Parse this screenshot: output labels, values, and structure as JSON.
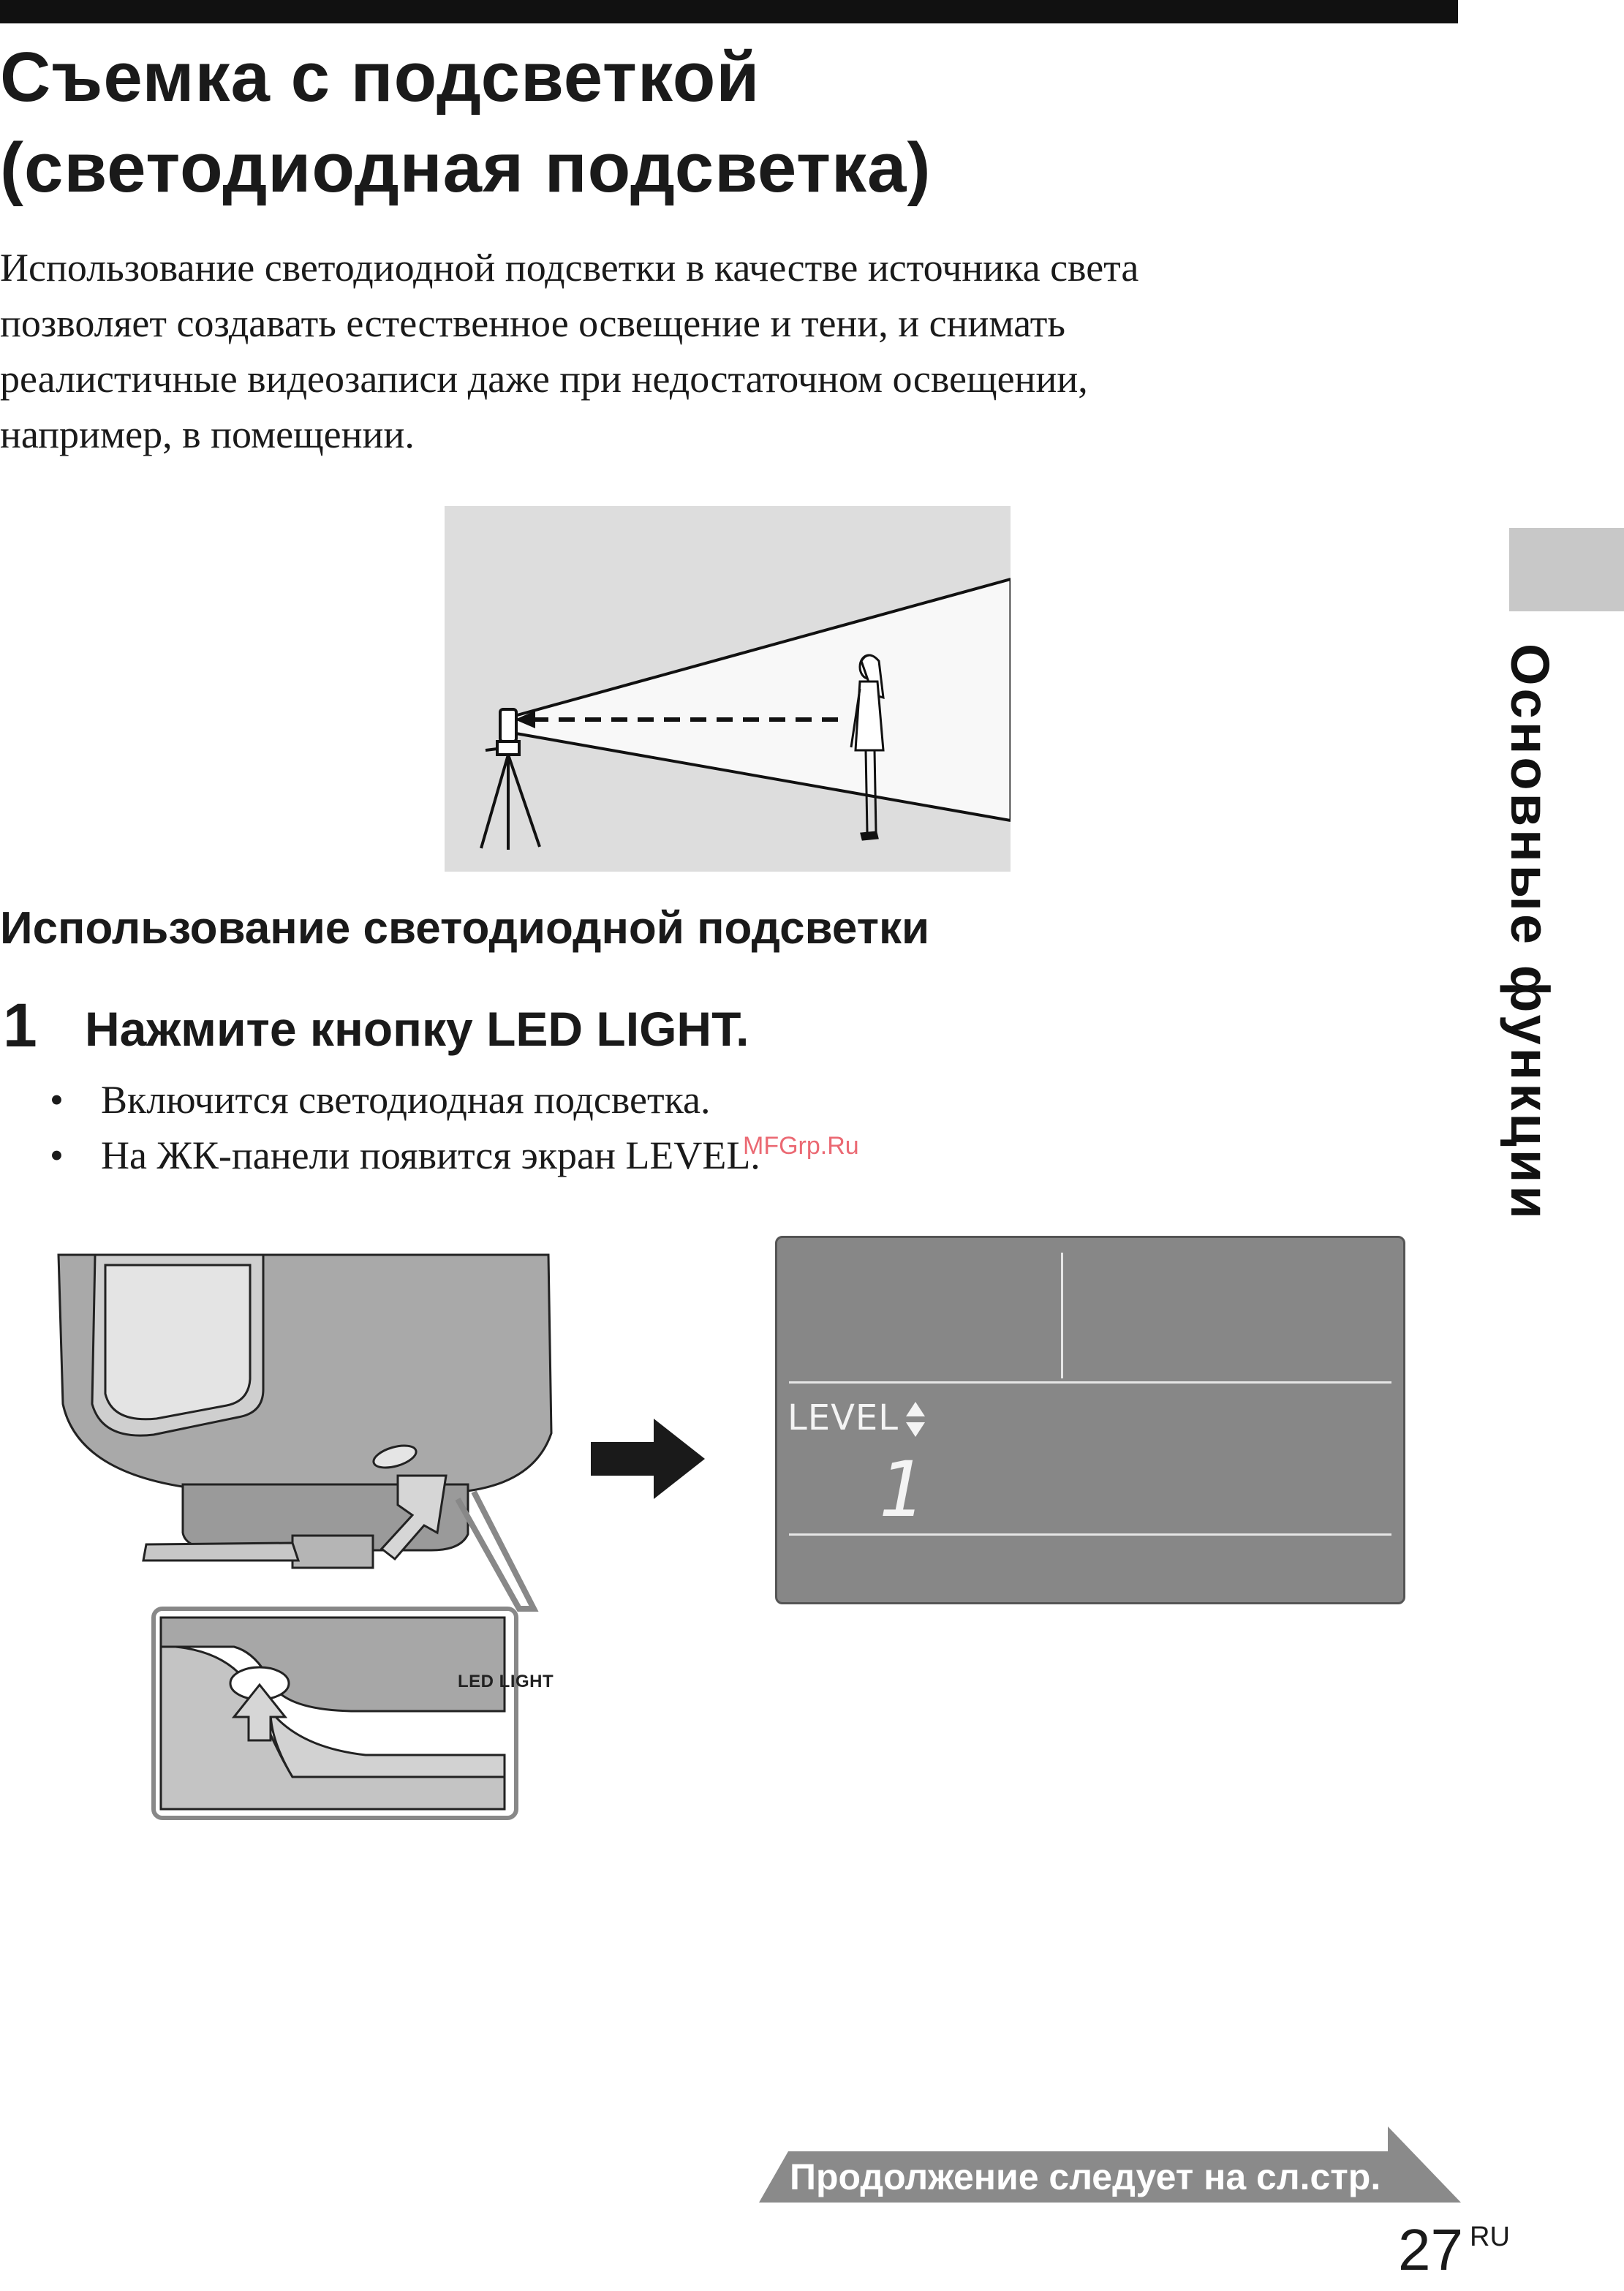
{
  "title": "Съемка с подсветкой\n(светодиодная подсветка)",
  "intro": "Использование светодиодной подсветки в качестве источника света\nпозволяет создавать естественное освещение и тени, и снимать\nреалистичные видеозаписи даже при недостаточном освещении,\nнапример, в помещении.",
  "section_title": "Использование светодиодной подсветки",
  "step": {
    "number": "1",
    "text": "Нажмите кнопку LED LIGHT.",
    "bullets": [
      "Включится светодиодная подсветка.",
      "На ЖК-панели появится экран LEVEL."
    ],
    "bullet_symbol": "•"
  },
  "watermark": "MFGrp.Ru",
  "figure2": {
    "inset_label": "LED LIGHT"
  },
  "lcd": {
    "label": "LEVEL",
    "value": "1"
  },
  "side_tab": "Основные функции",
  "continue_text": "Продолжение следует на сл.стр.",
  "page": {
    "number": "27",
    "lang": "RU"
  },
  "colors": {
    "lcd_background": "#878787",
    "figure_background": "#dddddd",
    "tab_gray": "#c8c8c8",
    "banner_gray": "#8a8a8a"
  }
}
